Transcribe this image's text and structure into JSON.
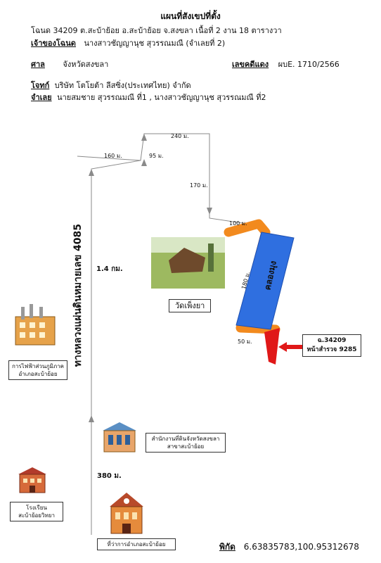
{
  "title": "แผนที่สังเขปที่ตั้ง",
  "deed_line": "โฉนด  34209   ต.สะบ้าย้อย  อ.สะบ้าย้อย  จ.สงขลา  เนื้อที่  2 งาน  18  ตารางวา",
  "owner_label": "เจ้าของโฉนด",
  "owner_value": "นางสาวชัญญานุช สุวรรณมณี  (จำเลยที่ 2)",
  "court_label": "ศาล",
  "court_value": "จังหวัดสงขลา",
  "case_label": "เลขคดีแดง",
  "case_value": "ผบE. 1710/2566",
  "plaintiff_label": "โจทก์",
  "plaintiff_value": "บริษัท โตโยต้า ลีสซิ่ง(ประเทศไทย) จำกัด",
  "defendant_label": "จำเลย",
  "defendant_value": "นายสมชาย สุวรรณมณี ที่1 , นางสาวชัญญานุช สุวรรณมณี ที่2",
  "distances": {
    "d160": "160 ม.",
    "d95": "95 ม.",
    "d240": "240 ม.",
    "d170": "170 ม.",
    "d100": "100 ม.",
    "d180": "180 ม.",
    "d50": "50 ม.",
    "d14km": "1.4 กม.",
    "d380": "380 ม."
  },
  "road_label": "ทางหลวงแผ่นดินหมายเลข  4085",
  "canal_label": "คลองมุง",
  "temple_label": "วัดเพ็งยา",
  "parcel_line1": "ฉ.34209",
  "parcel_line2": "หน้าสำรวจ",
  "parcel_number": "9285",
  "landmarks": {
    "electricity_line1": "การไฟฟ้าส่วนภูมิภาค",
    "electricity_line2": "อำเภอสะบ้าย้อย",
    "land_office_line1": "สำนักงานที่ดินจังหวัดสงขลา",
    "land_office_line2": "สาขาสะบ้าย้อย",
    "school_line1": "โรงเรียน",
    "school_line2": "สะบ้าย้อยวิทยา",
    "district_office": "ที่ว่าการอำเภอสะบ้าย้อย"
  },
  "coord_label": "พิกัด",
  "coord_value": "6.63835783,100.95312678",
  "colors": {
    "canal": "#2f6fe0",
    "orange_road": "#f28a1e",
    "parcel": "#e01818",
    "route_line": "#8a8a8a"
  }
}
